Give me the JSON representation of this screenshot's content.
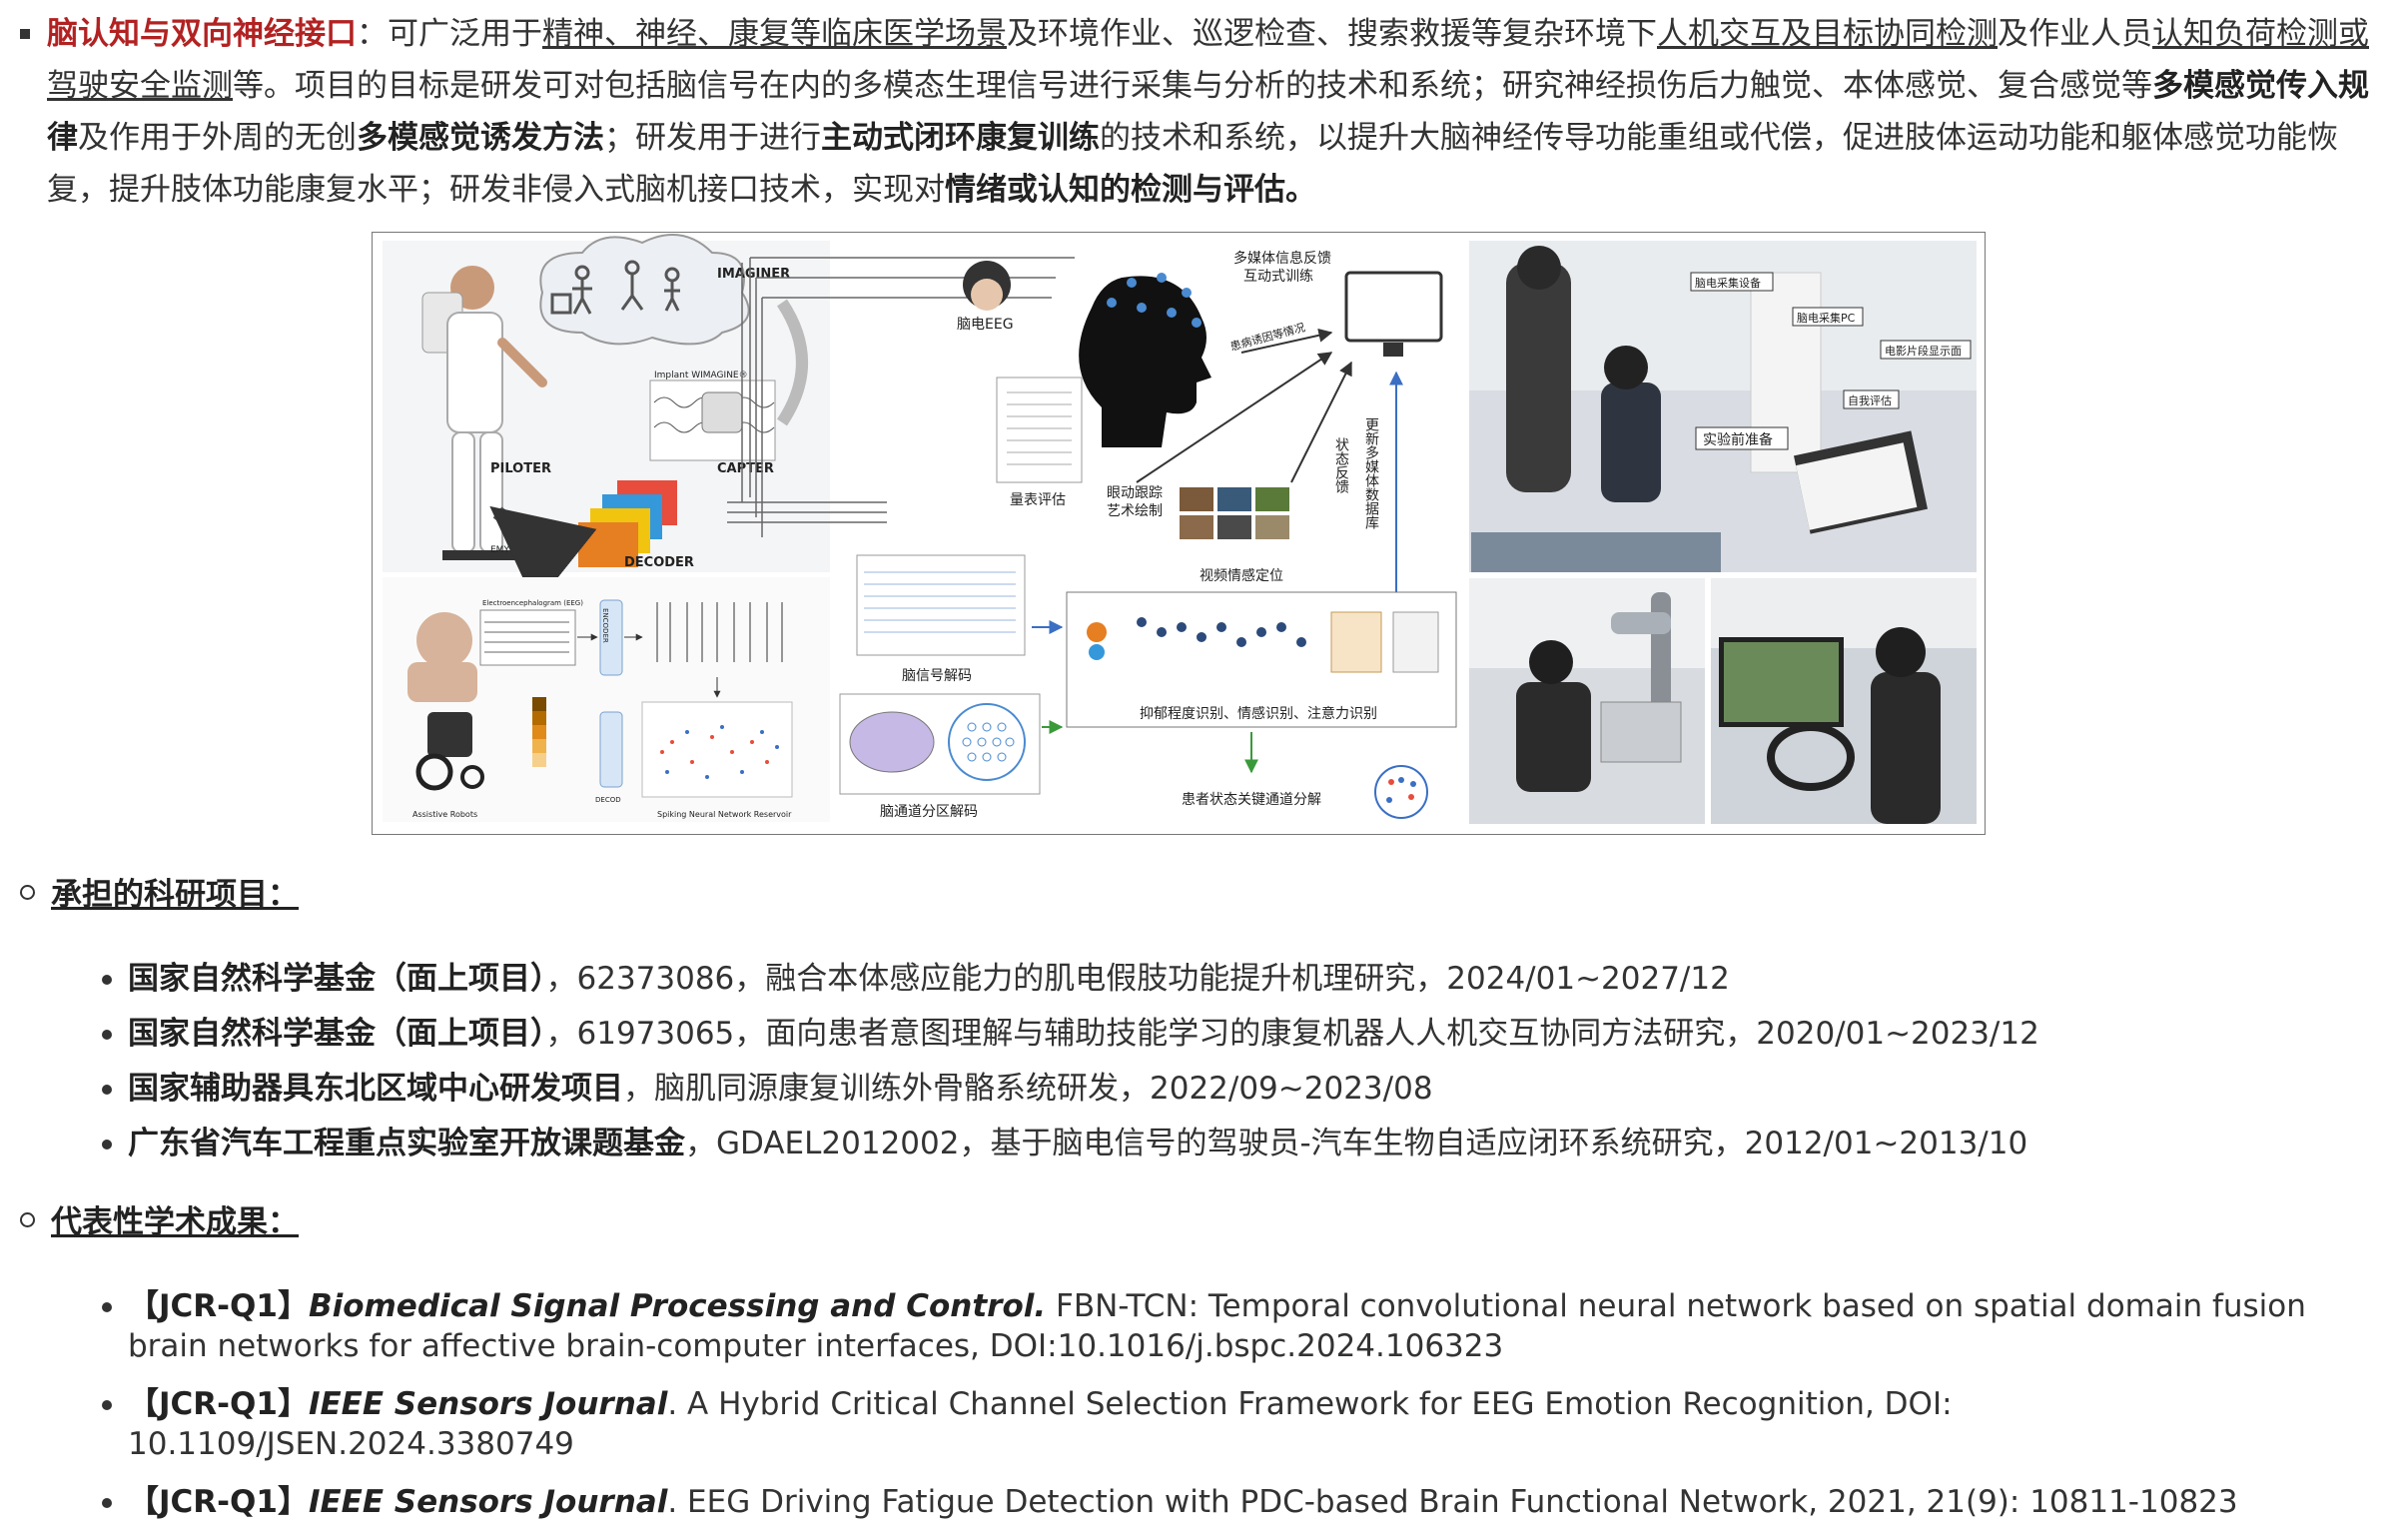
{
  "intro": {
    "title": "脑认知与双向神经接口",
    "colon": "：可广泛用于",
    "s1": "精神、神经、康复等临床医学场景",
    "s2": "及环境作业、巡逻检查、搜索救援等复杂环境下",
    "s3": "人机交互及目标协同检测",
    "s4": "及作业人员",
    "s5": "认知负荷检测或驾驶安全监测",
    "s6": "等。项目的目标是研发可对包括脑信号在内的多模态生理信号进行采集与分析的技术和系统；研究神经损伤后力触觉、本体感觉、复合感觉等",
    "b1": "多模感觉传入规律",
    "s7": "及作用于外周的无创",
    "b2": "多模感觉诱发方法",
    "s8": "；研发用于进行",
    "b3": "主动式闭环康复训练",
    "s9": "的技术和系统，以提升大脑神经传导功能重组或代偿，促进肢体运动功能和躯体感觉功能恢复，提升肢体功能康复水平；研发非侵入式脑机接口技术，实现对",
    "b4": "情绪或认知的检测与评估。"
  },
  "figure": {
    "imaginer": "IMAGINER",
    "implant": "Implant WIMAGINE®",
    "capter": "CAPTER",
    "pilot": "PILOTER",
    "emy": "EMY",
    "decoder": "DECODER",
    "eeg": "脑电EEG",
    "mm_line1": "多媒体信息反馈",
    "mm_line2": "互动式训练",
    "emotion": "患病诱因等情况",
    "scale": "量表评估",
    "eye1": "眼动跟踪",
    "eye2": "艺术绘制",
    "video": "视频情感定位",
    "status": "状态反馈",
    "update": "更新多媒体数据库",
    "decode": "脑信号解码",
    "region": "脑通道分区解码",
    "recog": "抑郁程度识别、情感识别、注意力识别",
    "key": "患者状态关键通道分解",
    "photo1_a": "脑电采集设备",
    "photo1_b": "脑电采集PC",
    "photo1_c": "电影片段显示面",
    "photo1_d": "自我评估",
    "photo1_e": "实验前准备",
    "encoder": "ENCODER",
    "decoder2": "DECOD",
    "eeg_small": "Electroencephalogram (EEG)",
    "snn": "Spiking Neural Network Reservoir",
    "robot": "Assistive Robots"
  },
  "projects": {
    "heading": "承担的科研项目：",
    "items": [
      {
        "b": "国家自然科学基金（面上项目）",
        "t": "，62373086，融合本体感应能力的肌电假肢功能提升机理研究，2024/01~2027/12"
      },
      {
        "b": "国家自然科学基金（面上项目）",
        "t": "，61973065，面向患者意图理解与辅助技能学习的康复机器人人机交互协同方法研究，2020/01~2023/12"
      },
      {
        "b": "国家辅助器具东北区域中心研发项目",
        "t": "，脑肌同源康复训练外骨骼系统研发，2022/09~2023/08"
      },
      {
        "b": "广东省汽车工程重点实验室开放课题基金",
        "t": "，GDAEL2012002，基于脑电信号的驾驶员-汽车生物自适应闭环系统研究，2012/01~2013/10"
      }
    ]
  },
  "pubs": {
    "heading": "代表性学术成果：",
    "items": [
      {
        "tag": "【JCR-Q1】",
        "j": "Biomedical Signal Processing and Control.",
        "t": " FBN-TCN: Temporal convolutional neural network based on spatial domain fusion brain networks for affective brain-computer interfaces, DOI:10.1016/j.bspc.2024.106323"
      },
      {
        "tag": "【JCR-Q1】",
        "j": "IEEE Sensors Journal",
        "t": ". A Hybrid Critical Channel Selection Framework for EEG Emotion Recognition, DOI: 10.1109/JSEN.2024.3380749"
      },
      {
        "tag": "【JCR-Q1】",
        "j": "IEEE Sensors Journal",
        "t": ". EEG Driving Fatigue Detection with PDC-based Brain Functional Network, 2021, 21(9): 10811-10823"
      }
    ]
  },
  "colors": {
    "accent_red": "#b22222",
    "text": "#333333"
  }
}
